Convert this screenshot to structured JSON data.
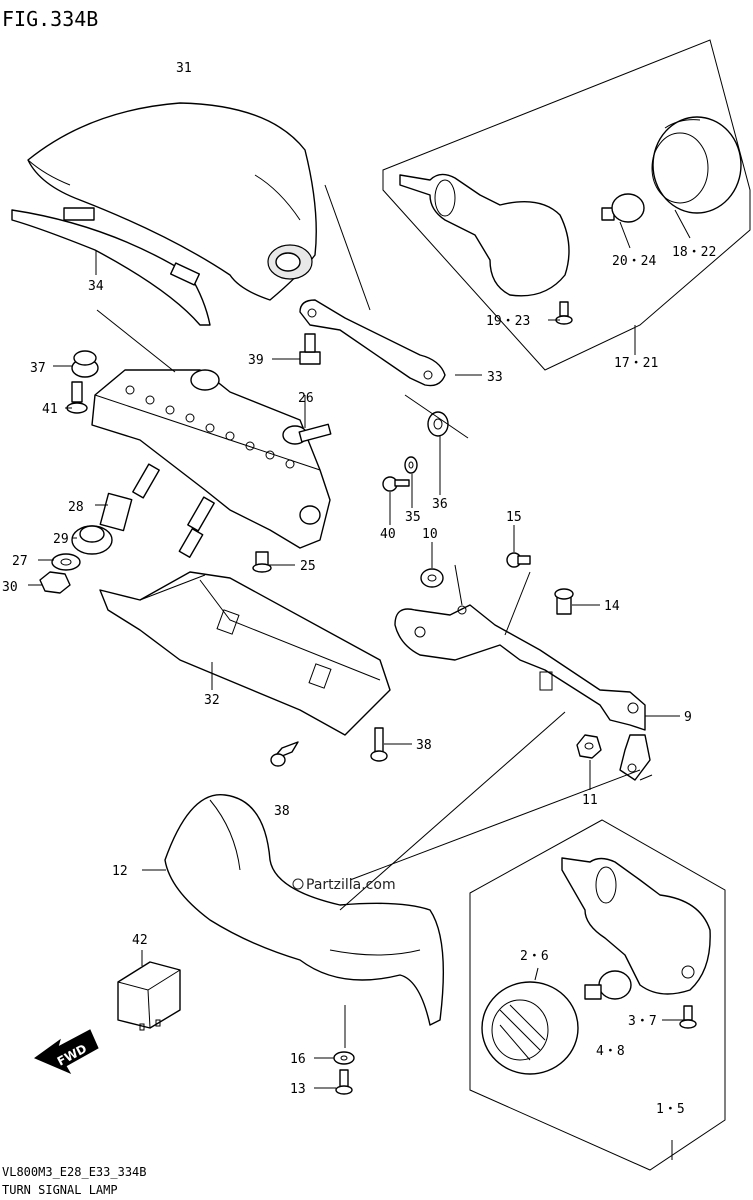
{
  "header": {
    "title": "FIG.334B"
  },
  "footer": {
    "code": "VL800M3_E28_E33_334B",
    "name": "TURN SIGNAL LAMP"
  },
  "watermark": {
    "text": "Partzilla.com"
  },
  "fwd_badge": {
    "text": "FWD"
  },
  "labels": {
    "l31": "31",
    "l34": "34",
    "l37": "37",
    "l41": "41",
    "l39": "39",
    "l33": "33",
    "l26": "26",
    "l28": "28",
    "l29": "29",
    "l27": "27",
    "l30": "30",
    "l25": "25",
    "l40": "40",
    "l35": "35",
    "l36": "36",
    "l10": "10",
    "l15": "15",
    "l14": "14",
    "l32": "32",
    "l9": "9",
    "l38a": "38",
    "l38b": "38",
    "l11": "11",
    "l12": "12",
    "l42": "42",
    "l16": "16",
    "l13": "13",
    "l17_21": "17・21",
    "l18_22": "18・22",
    "l20_24": "20・24",
    "l19_23": "19・23",
    "l2_6": "2・6",
    "l3_7": "3・7",
    "l4_8": "4・8",
    "l1_5": "1・5"
  }
}
